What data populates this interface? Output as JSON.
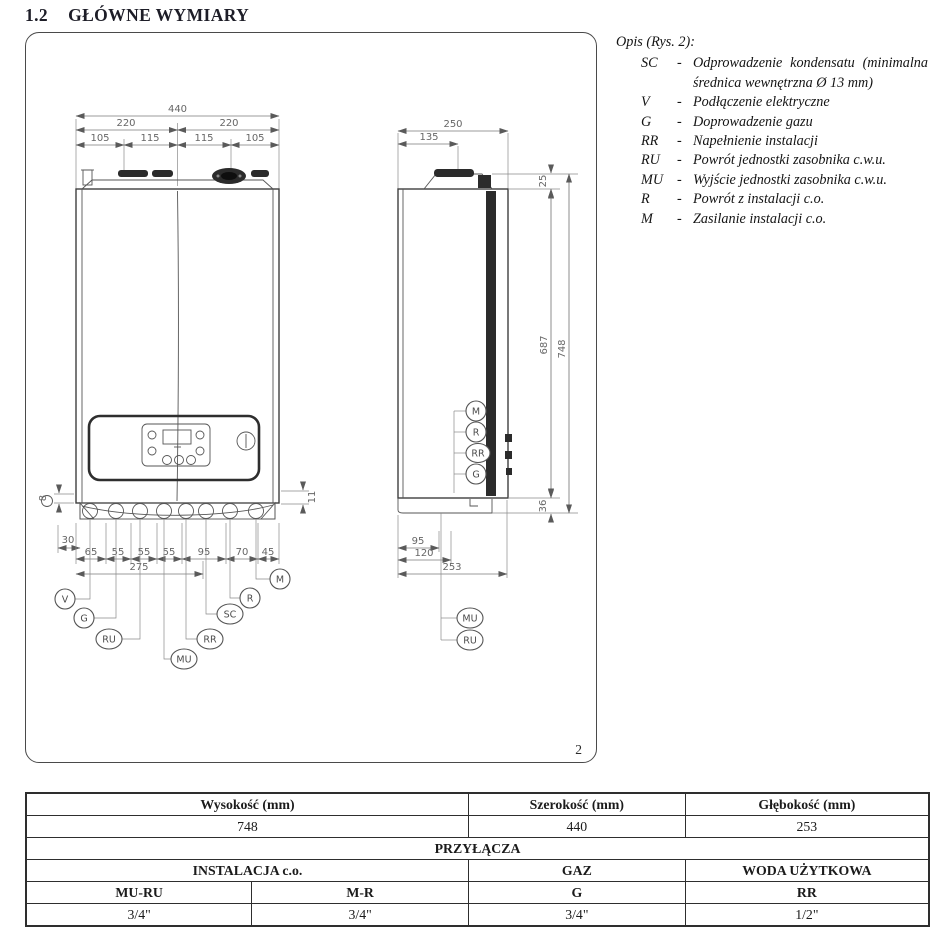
{
  "page": {
    "section_number": "1.2",
    "section_title": "GŁÓWNE WYMIARY"
  },
  "figure": {
    "number": "2"
  },
  "legend": {
    "title": "Opis (Rys. 2):",
    "dash": "-",
    "items": [
      {
        "term": "SC",
        "desc": "Odprowadzenie kondensatu (minimalna średnica wewnętrzna Ø 13 mm)"
      },
      {
        "term": "V",
        "desc": "Podłączenie elektryczne"
      },
      {
        "term": "G",
        "desc": "Doprowadzenie gazu"
      },
      {
        "term": "RR",
        "desc": "Napełnienie instalacji"
      },
      {
        "term": "RU",
        "desc": "Powrót jednostki zasobnika c.w.u."
      },
      {
        "term": "MU",
        "desc": "Wyjście jednostki zasobnika c.w.u."
      },
      {
        "term": "R",
        "desc": "Powrót z instalacji c.o."
      },
      {
        "term": "M",
        "desc": "Zasilanie instalacji c.o."
      }
    ]
  },
  "diagram": {
    "front": {
      "dim_total_width": "440",
      "dim_half_left": "220",
      "dim_half_right": "220",
      "dim_105_l": "105",
      "dim_115_l": "115",
      "dim_115_r": "115",
      "dim_105_r": "105",
      "dim_30": "30",
      "dim_8": "8",
      "dim_11": "11",
      "dim_275": "275",
      "dim_row": [
        "65",
        "55",
        "55",
        "55",
        "95",
        "70",
        "45"
      ],
      "callouts": [
        "V",
        "G",
        "RU",
        "MU",
        "RR",
        "SC",
        "R",
        "M"
      ]
    },
    "side": {
      "dim_250": "250",
      "dim_135": "135",
      "dim_25": "25",
      "dim_687": "687",
      "dim_748": "748",
      "dim_36": "36",
      "dim_95": "95",
      "dim_120": "120",
      "dim_253": "253",
      "callouts_right": [
        "M",
        "R",
        "RR",
        "G"
      ],
      "callouts_bottom": [
        "MU",
        "RU"
      ]
    }
  },
  "table": {
    "headers": {
      "height": "Wysokość (mm)",
      "width": "Szerokość (mm)",
      "depth": "Głębokość (mm)"
    },
    "values": {
      "height": "748",
      "width": "440",
      "depth": "253"
    },
    "connections_title": "PRZYŁĄCZA",
    "groups": {
      "co": "INSTALACJA c.o.",
      "gas": "GAZ",
      "water": "WODA UŻYTKOWA"
    },
    "conn_labels": [
      "MU-RU",
      "M-R",
      "G",
      "RR"
    ],
    "conn_sizes": [
      "3/4\"",
      "3/4\"",
      "3/4\"",
      "1/2\""
    ]
  }
}
